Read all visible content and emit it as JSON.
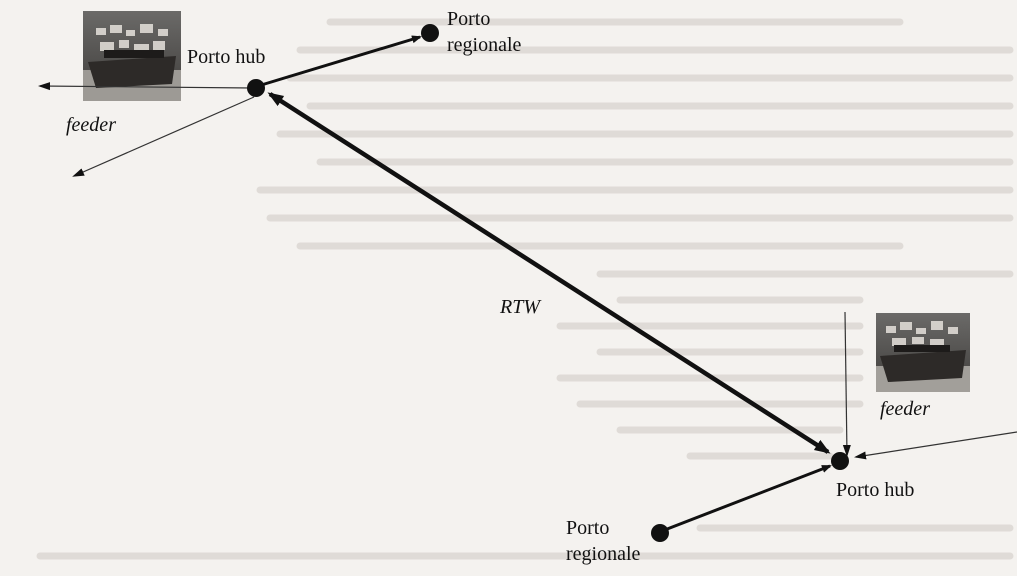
{
  "labels": {
    "hub_top": "Porto hub",
    "regional_top_line1": "Porto",
    "regional_top_line2": "regionale",
    "feeder_left": "feeder",
    "rtw": "RTW",
    "feeder_right": "feeder",
    "hub_bottom": "Porto hub",
    "regional_bottom_line1": "Porto",
    "regional_bottom_line2": "regionale"
  },
  "icons": {
    "ship_top": "container-ship-photo",
    "ship_bottom": "container-ship-photo"
  },
  "colors": {
    "ink": "#111111",
    "paper": "#f4f2ef"
  }
}
